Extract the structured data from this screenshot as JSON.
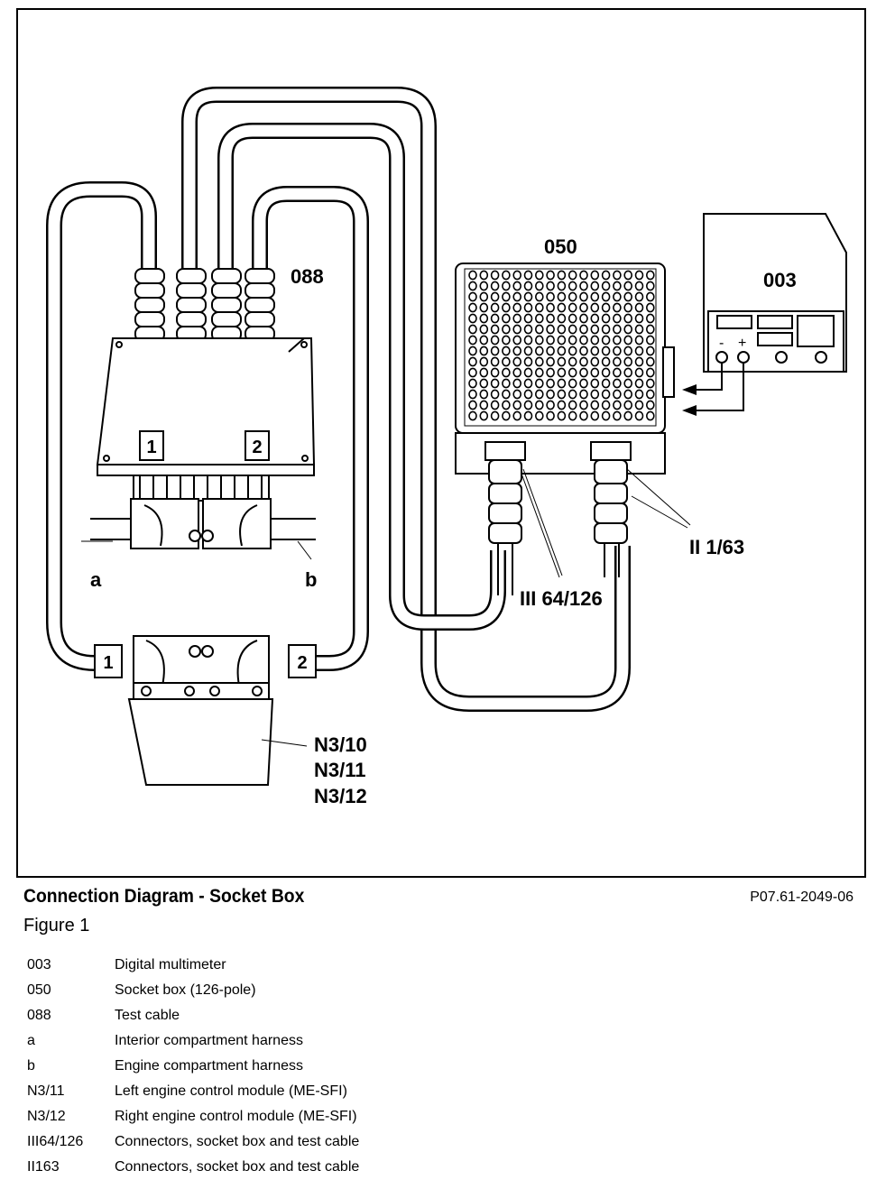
{
  "caption": {
    "title": "Connection Diagram - Socket Box",
    "figure": "Figure 1",
    "image_code": "P07.61-2049-06"
  },
  "labels": {
    "multimeter": "003",
    "socket_box": "050",
    "test_cable": "088",
    "harness_a": "a",
    "harness_b": "b",
    "connector_1": "1",
    "connector_2": "2",
    "connector_socket_box_ii": "II 1/63",
    "connector_socket_box_iii": "III 64/126",
    "ecm_1": "N3/10",
    "ecm_2": "N3/11",
    "ecm_3": "N3/12",
    "multimeter_minus": "-",
    "multimeter_plus": "+"
  },
  "legend": [
    {
      "code": "003",
      "desc": "Digital multimeter"
    },
    {
      "code": "050",
      "desc": "Socket box (126-pole)"
    },
    {
      "code": "088",
      "desc": "Test cable"
    },
    {
      "code": "a",
      "desc": "Interior compartment harness"
    },
    {
      "code": "b",
      "desc": "Engine compartment harness"
    },
    {
      "code": "N3/11",
      "desc": "Left engine control module (ME-SFI)"
    },
    {
      "code": "N3/12",
      "desc": "Right engine control module (ME-SFI)"
    },
    {
      "code": "III64/126",
      "desc": "Connectors, socket box and test cable"
    },
    {
      "code": "II163",
      "desc": "Connectors, socket box and test cable"
    }
  ]
}
